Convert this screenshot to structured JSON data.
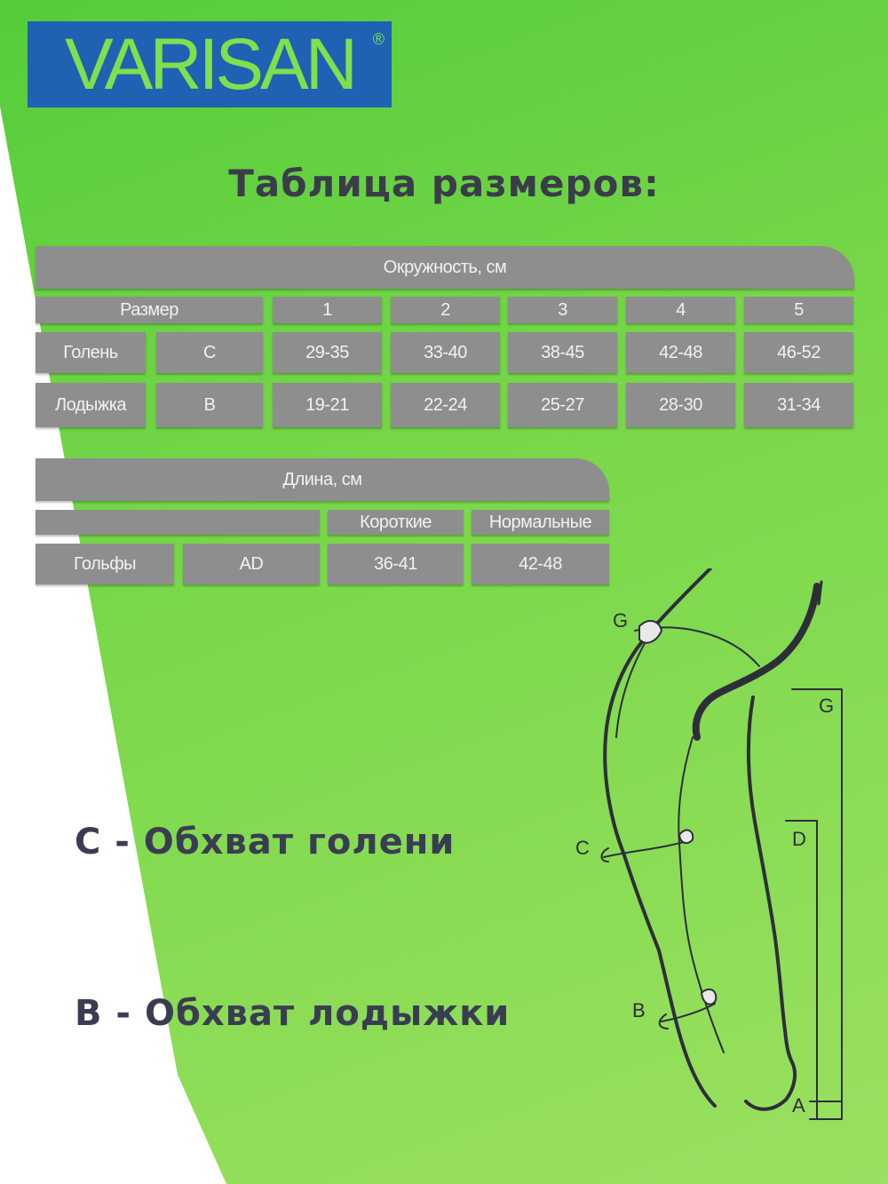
{
  "brand": {
    "name": "VARISAN",
    "reg": "®"
  },
  "title": "Таблица размеров:",
  "circumference_table": {
    "header": "Окружность, см",
    "size_label": "Размер",
    "sizes": [
      "1",
      "2",
      "3",
      "4",
      "5"
    ],
    "rows": [
      {
        "name": "Голень",
        "code": "C",
        "values": [
          "29-35",
          "33-40",
          "38-45",
          "42-48",
          "46-52"
        ]
      },
      {
        "name": "Лодыжка",
        "code": "B",
        "values": [
          "19-21",
          "22-24",
          "25-27",
          "28-30",
          "31-34"
        ]
      }
    ]
  },
  "length_table": {
    "header": "Длина, см",
    "columns": [
      "Короткие",
      "Нормальные"
    ],
    "row": {
      "name": "Гольфы",
      "code": "AD",
      "values": [
        "36-41",
        "42-48"
      ]
    }
  },
  "captions": {
    "c": "C - Обхват голени",
    "b": "B - Обхват лодыжки"
  },
  "diagram_labels": {
    "g_top": "G",
    "g_side": "G",
    "d": "D",
    "c": "C",
    "b": "B",
    "a": "A"
  }
}
